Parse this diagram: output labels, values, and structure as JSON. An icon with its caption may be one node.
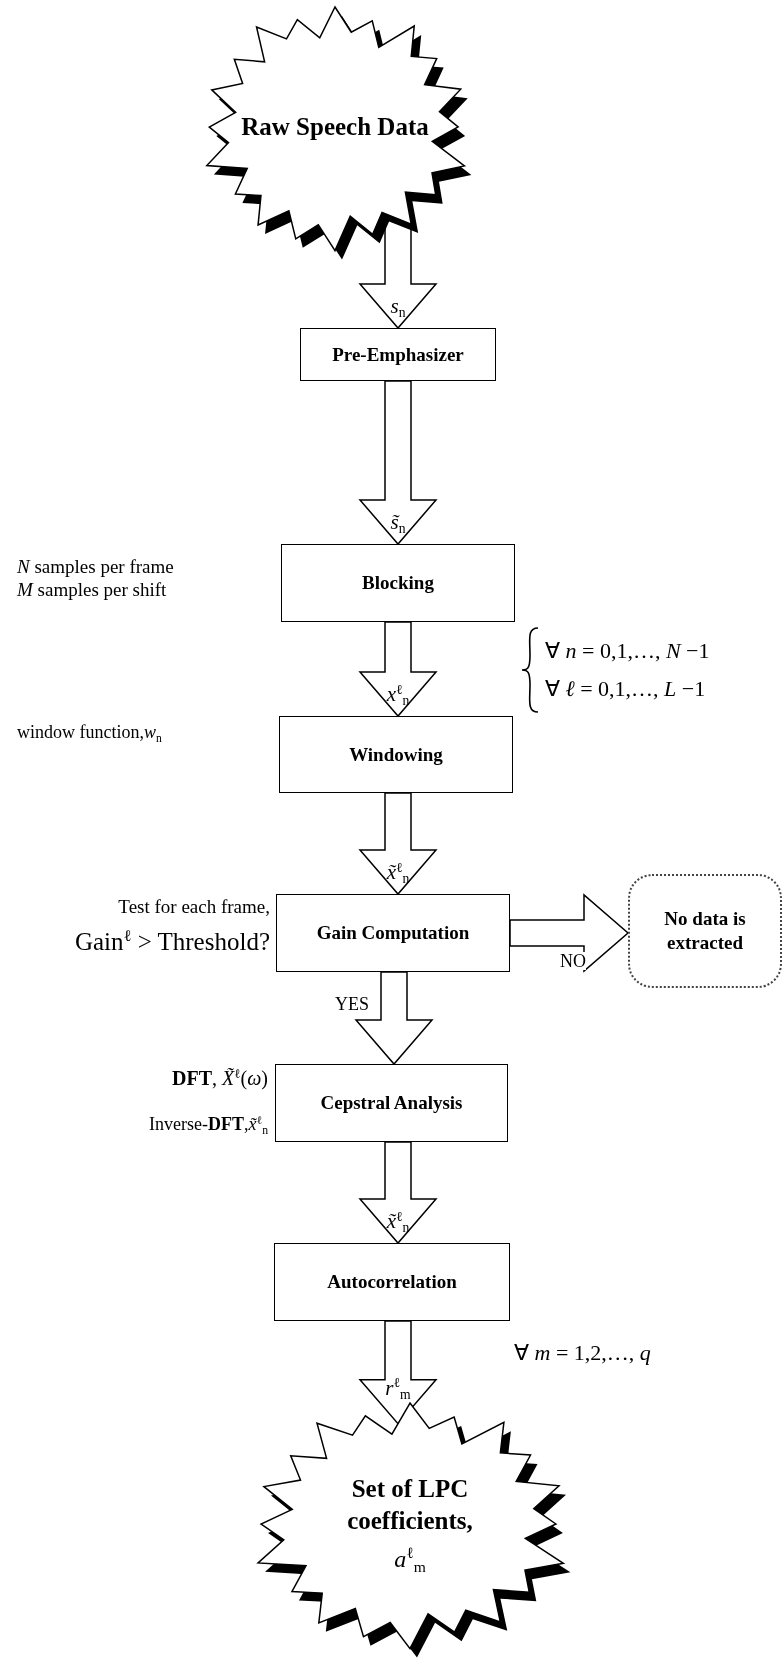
{
  "diagram": {
    "nodes": [
      {
        "text": [
          "Raw Speech Data"
        ]
      },
      {
        "text": [
          "Pre-Emphasizer"
        ]
      },
      {
        "text": [
          "Blocking"
        ],
        "beside": [
          "*N* samples per frame",
          "*M* samples per shift"
        ]
      },
      {
        "text": [
          "Windowing"
        ]
      },
      {
        "text": [
          "Gain Computation"
        ],
        "beside": [
          "Test for each frame,",
          "Gain$^{ℓ}$ > Threshold?"
        ]
      },
      {
        "text": [
          "No data is extracted"
        ]
      },
      {
        "text": [
          "Cepstral Analysis"
        ],
        "beside": [
          "**DFT**, *X̃*$^{ℓ}$(*ω*)",
          "Inverse-**DFT**,*x̃*$^{ℓ}$$_{n}$"
        ]
      },
      {
        "text": [
          "Autocorrelation"
        ]
      },
      {
        "text": [
          "Set of LPC coefficients,",
          "*a*$^{ℓ}$$_{m}$"
        ]
      }
    ],
    "edges": [
      {
        "from": 0,
        "to": 1,
        "arrow": "to",
        "label": "*s*$_{n}$"
      },
      {
        "from": 1,
        "to": 2,
        "arrow": "to",
        "label": "*s̃*$_{n}$"
      },
      {
        "from": 2,
        "to": 3,
        "arrow": "to",
        "label": "*x*$^{ℓ}$$_{n}$"
      },
      {
        "from": 3,
        "to": 4,
        "arrow": "to",
        "label": "*x̃*$^{ℓ}$$_{n}$"
      },
      {
        "from": 4,
        "to": 5,
        "arrow": "to",
        "label": "NO"
      },
      {
        "from": 4,
        "to": 6,
        "arrow": "to",
        "label": "YES"
      },
      {
        "from": 6,
        "to": 7,
        "arrow": "to",
        "label": "*x̃*$^{ℓ}$$_{n}$"
      },
      {
        "from": 7,
        "to": 8,
        "arrow": "to",
        "label": "*r*$^{ℓ}$$_{m}$"
      }
    ],
    "labels": [
      "∀ *n* = 0,1,…, *N* −1",
      "∀ *ℓ* = 0,1,…, *L* −1",
      "window function,*w*$_{n}$",
      "∀ *m* = 1,2,…, *q*"
    ]
  }
}
